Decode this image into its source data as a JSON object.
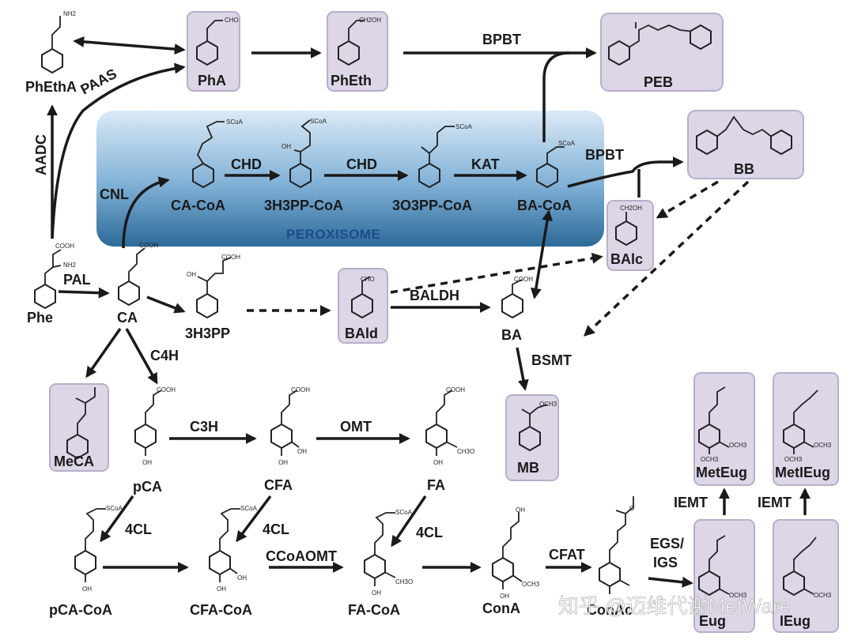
{
  "compartment": {
    "label": "PEROXISOME"
  },
  "compounds": {
    "phetha": "PhEthA",
    "pha": "PhA",
    "pheth": "PhEth",
    "peb": "PEB",
    "phe": "Phe",
    "ca": "CA",
    "cacoa": "CA-CoA",
    "h3hppcoa": "3H3PP-CoA",
    "o3ppcoa": "3O3PP-CoA",
    "bacoa": "BA-CoA",
    "bb": "BB",
    "balc": "BAlc",
    "h3hpp": "3H3PP",
    "bald": "BAld",
    "ba": "BA",
    "meca": "MeCA",
    "mb": "MB",
    "pca": "pCA",
    "cfa": "CFA",
    "fa": "FA",
    "pcacoa": "pCA-CoA",
    "cfacoa": "CFA-CoA",
    "facoa": "FA-CoA",
    "cona": "ConA",
    "conac": "ConAc",
    "eug": "Eug",
    "ieug": "IEug",
    "meteug": "MetEug",
    "metieug": "MetIEug"
  },
  "enzymes": {
    "paas": "PAAS",
    "aadc": "AADC",
    "bpbt1": "BPBT",
    "bpbt2": "BPBT",
    "cnl": "CNL",
    "chd1": "CHD",
    "chd2": "CHD",
    "kat": "KAT",
    "pal": "PAL",
    "baldh": "BALDH",
    "c4h": "C4H",
    "bsmt": "BSMT",
    "c3h": "C3H",
    "omt": "OMT",
    "cl1": "4CL",
    "cl2": "4CL",
    "cl3": "4CL",
    "ccoaomt": "CCoAOMT",
    "cfat": "CFAT",
    "egs": "EGS/",
    "igs": "IGS",
    "iemt1": "IEMT",
    "iemt2": "IEMT"
  },
  "substituents": {
    "nh2": "NH2",
    "cho": "CHO",
    "ch2oh": "CH2OH",
    "scoa": "SCoA",
    "oh": "OH",
    "cooh": "COOH",
    "nh2b": "NH2",
    "och3": "OCH3",
    "h3co": "CH3O",
    "o": "O"
  },
  "watermark": "知乎 @迈维代谢MetWare",
  "colors": {
    "box_fill": "#ddd6e6",
    "perox_top": "#d3e6f5",
    "perox_bottom": "#2f6c9b",
    "text": "#1a1a1a"
  }
}
